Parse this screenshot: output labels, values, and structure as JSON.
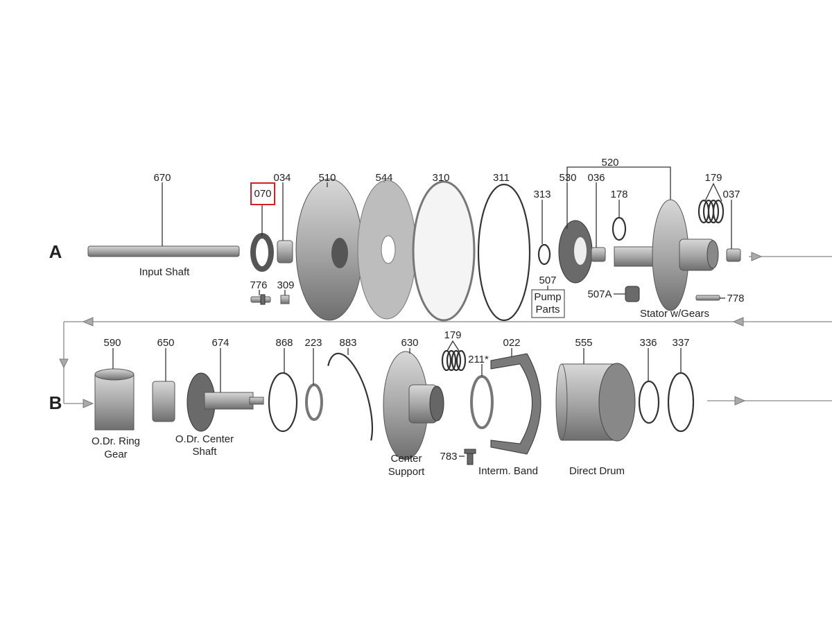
{
  "row_labels": {
    "a": "A",
    "b": "B"
  },
  "highlight_color": "#d42020",
  "row_a": {
    "p670": "670",
    "input_shaft": "Input Shaft",
    "p070": "070",
    "p034": "034",
    "p776": "776",
    "p309": "309",
    "p510": "510",
    "p544": "544",
    "p310": "310",
    "p311": "311",
    "p313": "313",
    "p507": "507",
    "pump_parts_1": "Pump",
    "pump_parts_2": "Parts",
    "p530": "530",
    "p036": "036",
    "p520": "520",
    "p178": "178",
    "p179": "179",
    "p037": "037",
    "p507a": "507A",
    "p778": "778",
    "stator": "Stator w/Gears"
  },
  "row_b": {
    "p590": "590",
    "ring_gear_1": "O.Dr. Ring",
    "ring_gear_2": "Gear",
    "p650": "650",
    "p674": "674",
    "center_shaft_1": "O.Dr. Center",
    "center_shaft_2": "Shaft",
    "p868": "868",
    "p223": "223",
    "p883": "883",
    "p630": "630",
    "center_support_1": "Center",
    "center_support_2": "Support",
    "p179": "179",
    "p211": "211*",
    "p022": "022",
    "p783": "783",
    "interm_band": "Interm. Band",
    "p555": "555",
    "direct_drum": "Direct Drum",
    "p336": "336",
    "p337": "337"
  }
}
